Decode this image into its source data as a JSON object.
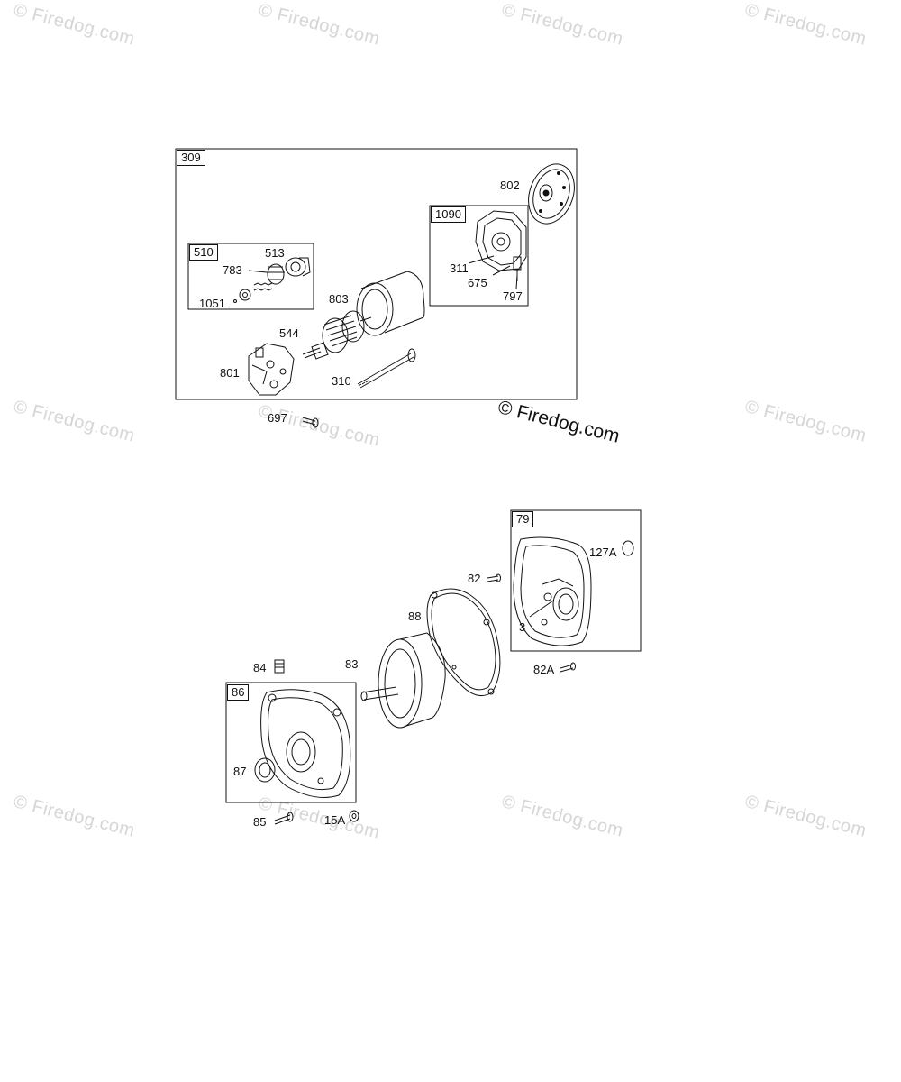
{
  "watermarks": {
    "text": "© Firedog.com",
    "prominent": "© Firedog.com"
  },
  "starter_assembly": {
    "main_box": "309",
    "sub_box_left": "510",
    "sub_box_right": "1090",
    "parts": {
      "p802": "802",
      "p513": "513",
      "p783": "783",
      "p1051": "1051",
      "p803": "803",
      "p311": "311",
      "p675": "675",
      "p797": "797",
      "p544": "544",
      "p801": "801",
      "p310": "310",
      "p697": "697"
    }
  },
  "housing_assembly": {
    "box_right": "79",
    "box_left": "86",
    "parts": {
      "p127A": "127A",
      "p82": "82",
      "p88": "88",
      "p3": "3",
      "p84": "84",
      "p83": "83",
      "p82A": "82A",
      "p87": "87",
      "p85": "85",
      "p15A": "15A"
    }
  },
  "colors": {
    "line": "#111111",
    "watermark": "#d6d6d6"
  }
}
